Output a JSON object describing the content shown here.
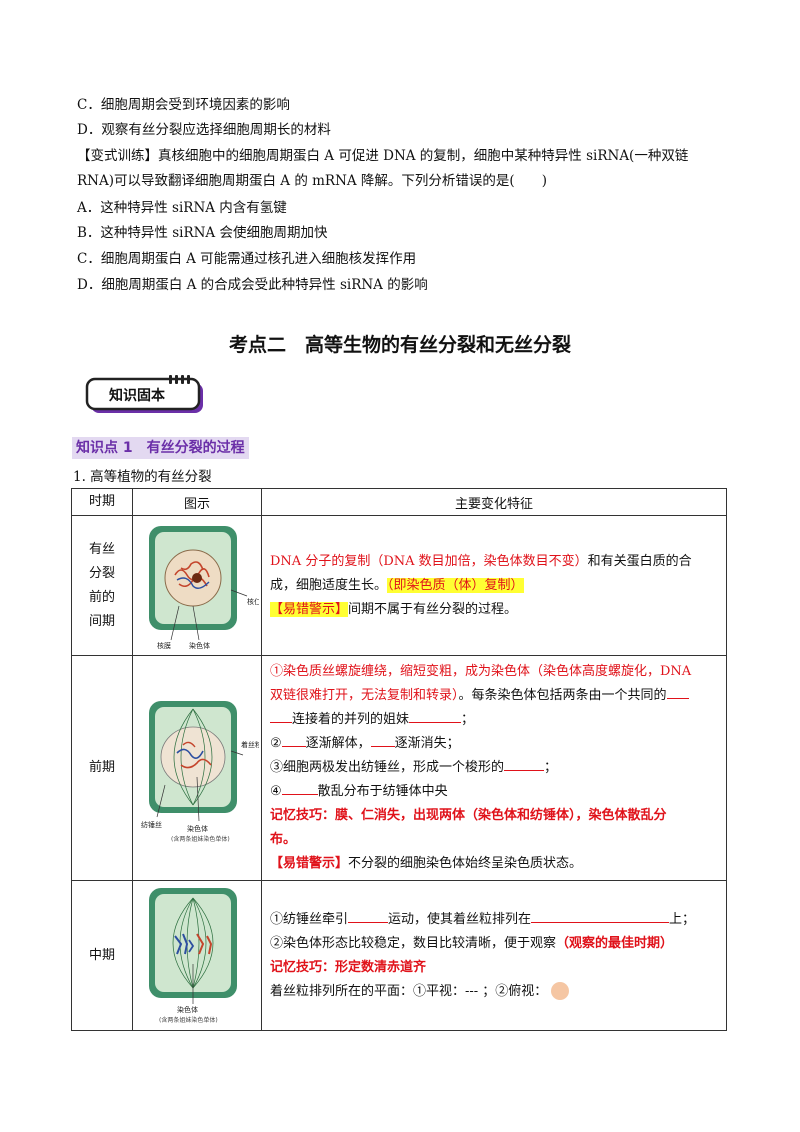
{
  "top_lines": {
    "c": "C．细胞周期会受到环境因素的影响",
    "d": "D．观察有丝分裂应选择细胞周期长的材料",
    "variant_1": "【变式训练】真核细胞中的细胞周期蛋白 A 可促进 DNA 的复制，细胞中某种特异性 siRNA(一种双链",
    "variant_2": "RNA)可以导致翻译细胞周期蛋白 A 的 mRNA 降解。下列分析错误的是(　　)",
    "opt_a": "A．这种特异性 siRNA 内含有氢键",
    "opt_b": "B．这种特异性 siRNA 会使细胞周期加快",
    "opt_c": "C．细胞周期蛋白 A 可能需通过核孔进入细胞核发挥作用",
    "opt_d": "D．细胞周期蛋白 A 的合成会受此种特异性 siRNA 的影响"
  },
  "section_title": "考点二　高等生物的有丝分裂和无丝分裂",
  "badge_label": "知识固本",
  "knowledge_point": "知识点 1　有丝分裂的过程",
  "sub_title": "1. 高等植物的有丝分裂",
  "table": {
    "headers": [
      "时期",
      "图示",
      "主要变化特征"
    ],
    "interphase": {
      "period": [
        "有丝",
        "分裂",
        "前的",
        "间期"
      ],
      "fig_labels": {
        "nucleolus": "核仁",
        "membrane": "核膜",
        "chromatin": "染色体"
      },
      "red_text": "DNA 分子的复制（DNA 数目加倍，染色体数目不变）",
      "text_1": "和有关蛋白质的合",
      "text_2": "成，细胞适度生长。",
      "highlight": "（即染色质（体）复制）",
      "warn_label": "【易错警示】",
      "warn_text": "间期不属于有丝分裂的过程。"
    },
    "prophase": {
      "period": "前期",
      "fig_labels": {
        "centromere": "着丝粒",
        "spindle": "纺锤丝",
        "chromosome": "染色体",
        "caption": "(含两条姐妹染色单体)"
      },
      "red_1": "①染色质丝螺旋缠绕，缩短变粗，成为染色体（染色体高度螺旋化，DNA",
      "red_2": "双链很难打开，无法复制和转录）",
      "text_1": "。每条染色体包括两条由一个共同的",
      "text_2": "连接着的并列的姐妹",
      "text_2_end": "；",
      "item2_a": "②",
      "item2_b": "逐渐解体，",
      "item2_c": "逐渐消失；",
      "item3": "③细胞两极发出纺锤丝，形成一个梭形的",
      "item3_end": "；",
      "item4_a": "④",
      "item4_b": "散乱分布于纺锤体中央",
      "memory_1": "记忆技巧：膜、仁消失，出现两体（染色体和纺锤体），染色体散乱分",
      "memory_2": "布。",
      "warn_label": "【易错警示】",
      "warn_text": "不分裂的细胞染色体始终呈染色质状态。"
    },
    "metaphase": {
      "period": "中期",
      "fig_labels": {
        "chromosome": "染色体",
        "caption": "(含两条姐妹染色单体)"
      },
      "item1_a": "①纺锤丝牵引",
      "item1_b": "运动，使其着丝粒排列在",
      "item1_end": "上；",
      "item2": "②染色体形态比较稳定，数目比较清晰，便于观察",
      "item2_red": "（观察的最佳时期）",
      "memory": "记忆技巧：形定数清赤道齐",
      "plane": "着丝粒排列所在的平面：①平视：--- ；②俯视："
    }
  },
  "colors": {
    "red": "#e0121a",
    "purple": "#6b2fa8",
    "highlight": "#ffff33",
    "cell_green": "#3f8f6a"
  }
}
